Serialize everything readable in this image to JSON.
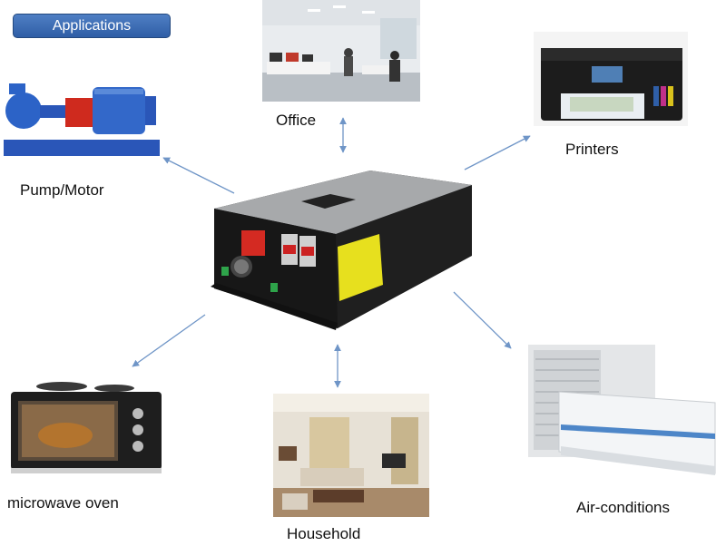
{
  "header": {
    "badge_label": "Applications"
  },
  "nodes": {
    "office": "Office",
    "printers": "Printers",
    "pump_motor": "Pump/Motor",
    "microwave": "microwave oven",
    "household": "Household",
    "air_conditions": "Air-conditions"
  },
  "colors": {
    "badge": "#3a6ab3",
    "arrow": "#6f95c7"
  }
}
